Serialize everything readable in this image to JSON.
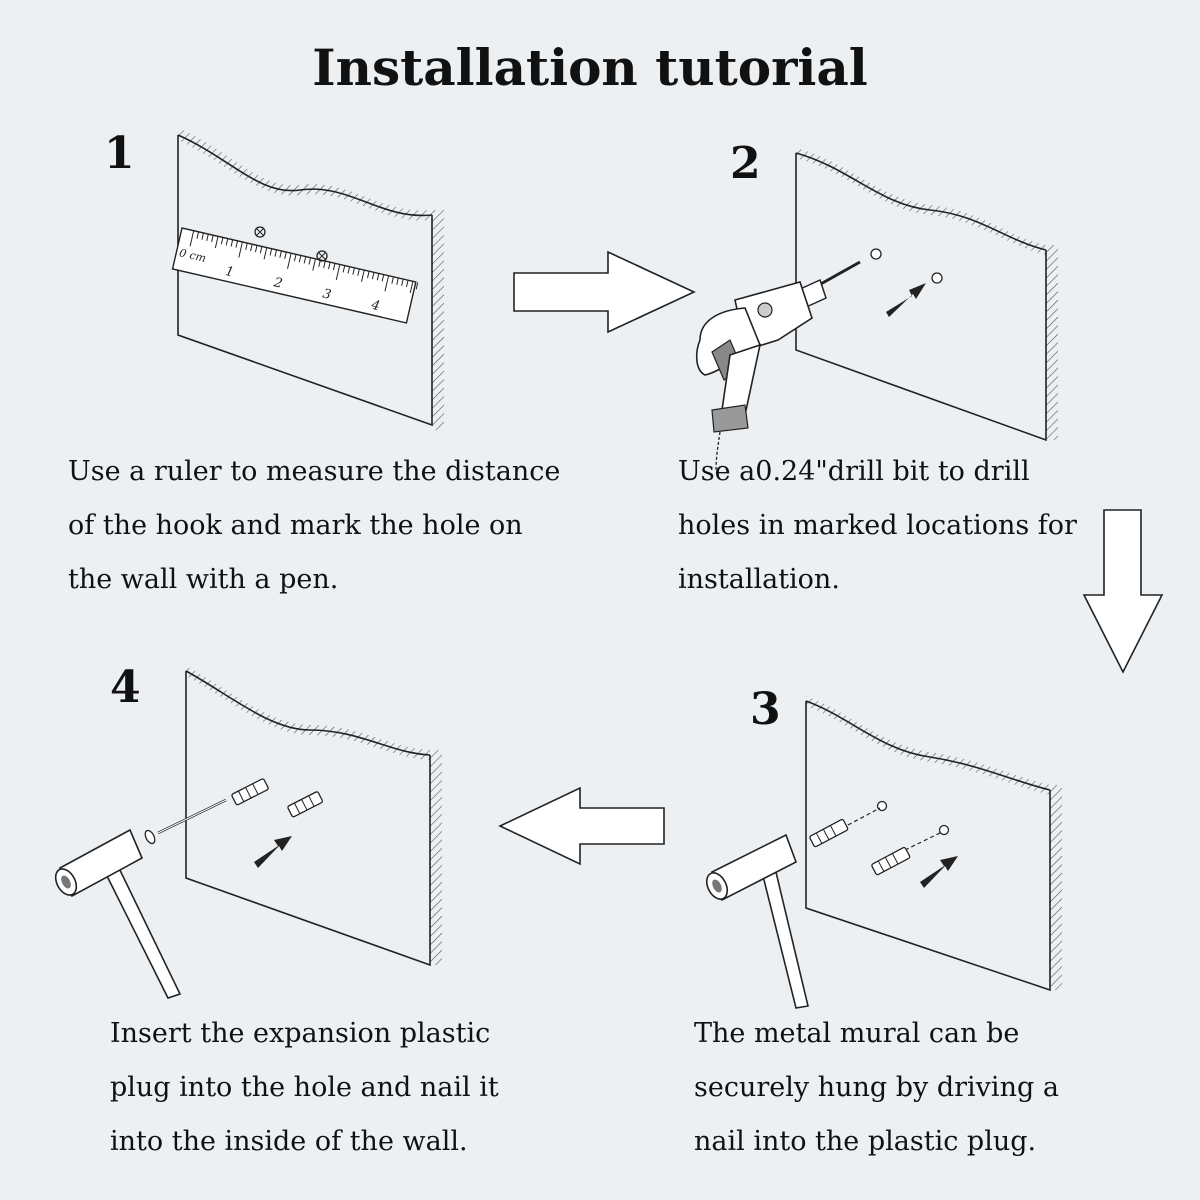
{
  "title": "Installation tutorial",
  "steps": [
    {
      "number": "1",
      "lines": [
        "Use a ruler to measure the distance",
        "of the hook and mark the hole on",
        "the wall with a pen."
      ]
    },
    {
      "number": "2",
      "lines": [
        "Use a0.24\"drill bit to drill",
        "holes in marked locations for",
        "installation."
      ]
    },
    {
      "number": "3",
      "lines": [
        "The metal mural can be",
        "securely hung by driving a",
        "nail into the plastic plug."
      ]
    },
    {
      "number": "4",
      "lines": [
        "Insert the expansion plastic",
        "plug into the hole and nail it",
        "into the inside of the wall."
      ]
    }
  ],
  "ruler": {
    "unit_label": "0 cm",
    "tick_labels": [
      "1",
      "2",
      "3",
      "4"
    ]
  },
  "icons": [
    "ruler-icon",
    "drill-icon",
    "hammer-icon",
    "plastic-plug-icon",
    "nail-icon",
    "arrow-icon"
  ]
}
